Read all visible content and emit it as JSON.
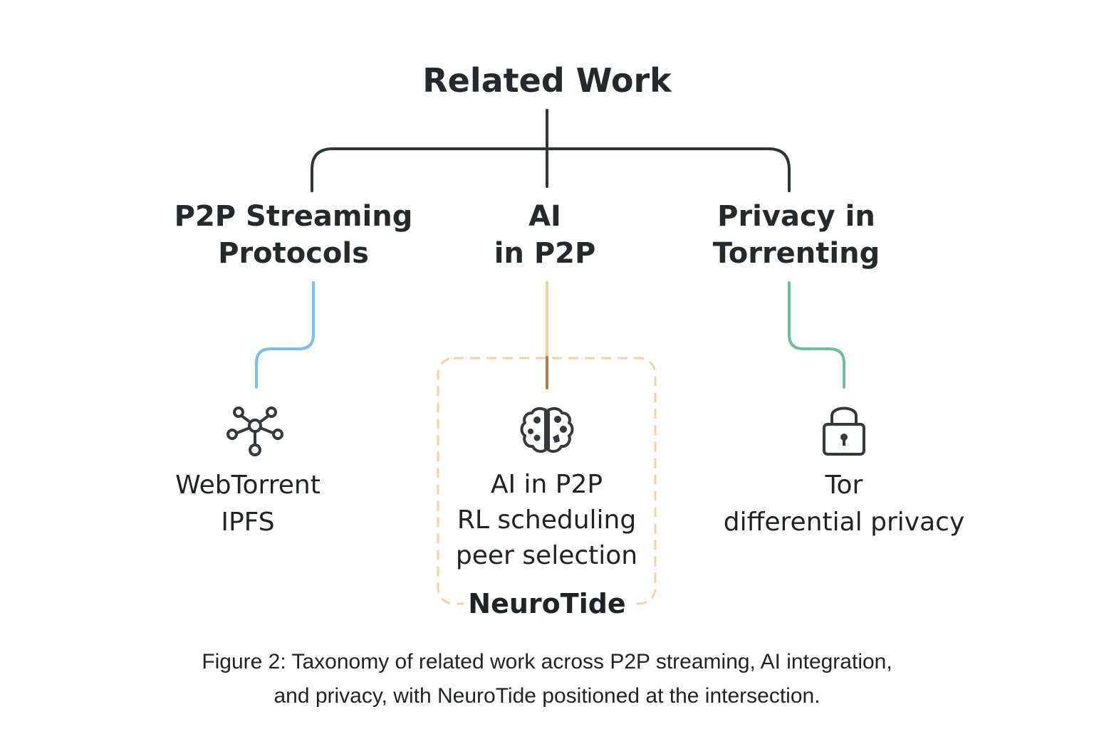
{
  "title": "Related Work",
  "categories": [
    {
      "label_line1": "P2P Streaming",
      "label_line2": "Protocols",
      "connector_color": "#7dbdf0",
      "icon": "network-icon",
      "items": [
        "WebTorrent",
        "IPFS"
      ]
    },
    {
      "label_line1": "AI",
      "label_line2": "in P2P",
      "connector_color": "#e8cfa0",
      "connector_accent_color": "#b87a45",
      "icon": "brain-icon",
      "items": [
        "AI in P2P",
        "RL scheduling",
        "peer selection"
      ]
    },
    {
      "label_line1": "Privacy in",
      "label_line2": "Torrenting",
      "connector_color": "#6fbf98",
      "icon": "lock-icon",
      "items": [
        "Tor",
        "differential privacy"
      ]
    }
  ],
  "highlight": {
    "label": "NeuroTide",
    "border_color": "#ecd6ae"
  },
  "tree_color": "#2f3437",
  "caption_line1": "Figure 2: Taxonomy of related work across P2P streaming, AI integration,",
  "caption_line2": "and privacy, with NeuroTide positioned at the intersection."
}
